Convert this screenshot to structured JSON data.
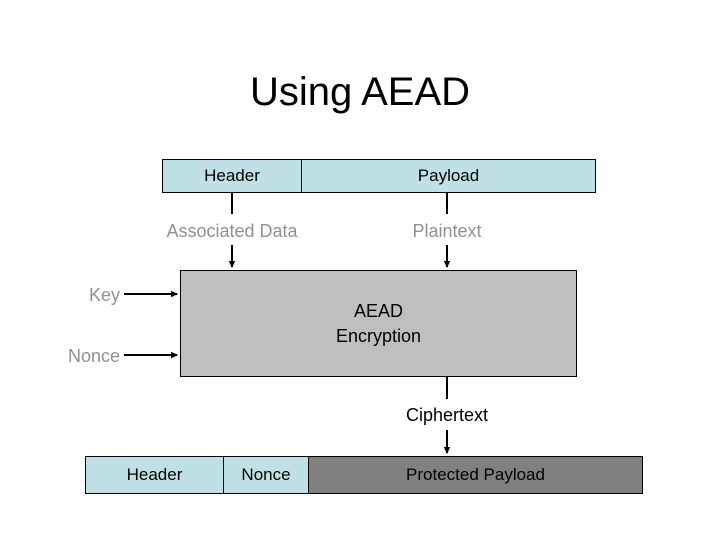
{
  "slide": {
    "title": "Using AEAD",
    "background_color": "#ffffff"
  },
  "colors": {
    "plaintext_block": "#bfe1e5",
    "process_block": "#bfbfbf",
    "protected_block": "#808080",
    "outline": "#000000",
    "label_gray": "#909090",
    "label_black": "#000000"
  },
  "input_packet": {
    "name": "input-packet-bar",
    "segments": [
      {
        "label": "Header",
        "fill": "#bfe1e5",
        "width_ratio": 0.318
      },
      {
        "label": "Payload",
        "fill": "#bfe1e5",
        "width_ratio": 0.682
      }
    ]
  },
  "input_labels": {
    "associated_data": "Associated Data",
    "plaintext": "Plaintext"
  },
  "process": {
    "name": "aead-encryption-block",
    "line1": "AEAD",
    "line2": "Encryption",
    "fill": "#bfbfbf"
  },
  "key_inputs": {
    "key": "Key",
    "nonce": "Nonce"
  },
  "output_labels": {
    "ciphertext": "Ciphertext"
  },
  "output_packet": {
    "name": "output-packet-bar",
    "segments": [
      {
        "label": "Header",
        "fill": "#bfe1e5",
        "width_ratio": 0.246
      },
      {
        "label": "Nonce",
        "fill": "#bfe1e5",
        "width_ratio": 0.152
      },
      {
        "label": "Protected Payload",
        "fill": "#808080",
        "width_ratio": 0.602
      }
    ]
  }
}
